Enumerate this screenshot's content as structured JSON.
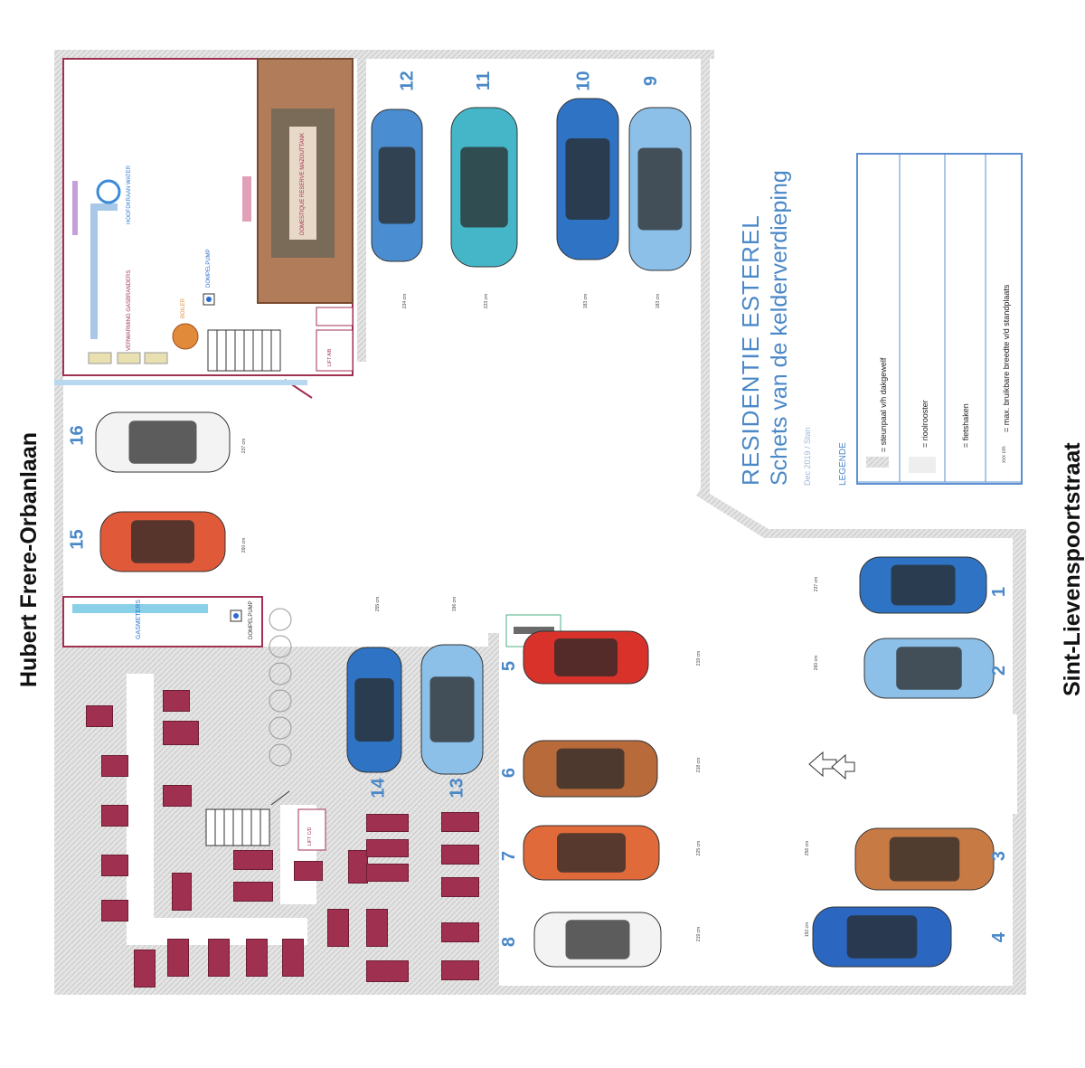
{
  "streets": {
    "west": "Hubert Frere-Orbanlaan",
    "east": "Sint-Lievenspoortstraat"
  },
  "title": {
    "line1": "RESIDENTIE  ESTEREL",
    "line2": "Schets van de kelderverdieping",
    "date": "Dec 2019 / Stan",
    "legend_heading": "LEGENDE"
  },
  "legend": {
    "items": [
      {
        "label": "= steunpaal v/h dakgewelf"
      },
      {
        "label": "= rioolrooster"
      },
      {
        "label": "= fietshaken"
      },
      {
        "label": "= max. bruikbare breedte v/d standplaats",
        "sample": "xxx cm"
      }
    ]
  },
  "rooms": {
    "technical": {
      "main_valve": "HOOFDKRAAN WATER",
      "heating": "VERWARMING GASBRANDERS",
      "boiler": "BOILER",
      "sump_pump": "DOMPELPUMP",
      "fuel_tank": "DOMESTIQUE RESERVE MAZOUTTANK",
      "lift": "LIFT A/B",
      "lift2": "LIFT C/D"
    },
    "gas_meter": {
      "title": "GASMETERS",
      "pump": "DOMPELPUMP"
    }
  },
  "spots": [
    {
      "number": "1",
      "width": "237 cm",
      "color": "#2f73c4"
    },
    {
      "number": "2",
      "width": "260 cm",
      "color": "#8cc0e8"
    },
    {
      "number": "3",
      "width": "256 cm",
      "color": "#c87a45"
    },
    {
      "number": "4",
      "width": "192 cm",
      "color": "#2b67c0"
    },
    {
      "number": "5",
      "width": "219 cm",
      "color": "#d8322b"
    },
    {
      "number": "6",
      "width": "218 cm",
      "color": "#b86a3a"
    },
    {
      "number": "7",
      "width": "225 cm",
      "color": "#e06a3a"
    },
    {
      "number": "8",
      "width": "219 cm",
      "color": "#f3f3f3"
    },
    {
      "number": "9",
      "width": "183 cm",
      "color": "#8cc0e8"
    },
    {
      "number": "10",
      "width": "183 cm",
      "color": "#2f73c4"
    },
    {
      "number": "11",
      "width": "223 cm",
      "color": "#45b6c8"
    },
    {
      "number": "12",
      "width": "234 cm",
      "color": "#4a8dd0"
    },
    {
      "number": "13",
      "width": "196 cm",
      "color": "#8cc0e8"
    },
    {
      "number": "14",
      "width": "255 cm",
      "color": "#2f73c4"
    },
    {
      "number": "15",
      "width": "260 cm",
      "color": "#e05a3a"
    },
    {
      "number": "16",
      "width": "237 cm",
      "color": "#f3f3f3"
    }
  ],
  "colors": {
    "storage_box": "#a03050",
    "spot_number": "#4a88c8",
    "floor_hatch": "#d6d6d6"
  }
}
